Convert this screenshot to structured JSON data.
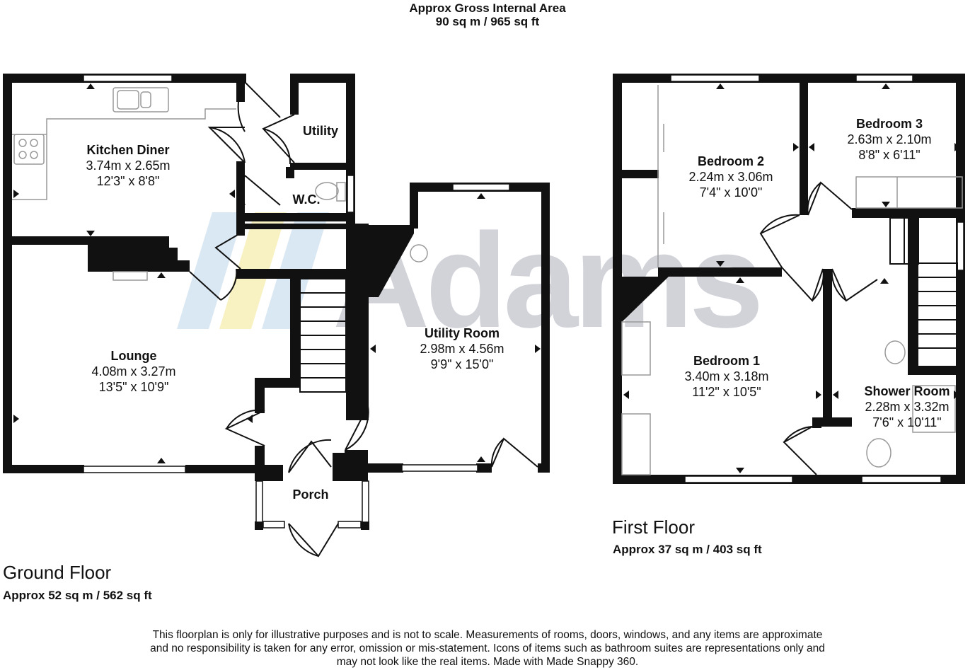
{
  "header": {
    "line1": "Approx Gross Internal Area",
    "line2": "90 sq m / 965 sq ft"
  },
  "ground_floor": {
    "title": "Ground Floor",
    "area": "Approx 52 sq m / 562 sq ft",
    "rooms": {
      "kitchen": {
        "name": "Kitchen Diner",
        "metric": "3.74m x 2.65m",
        "imperial": "12'3\" x 8'8\""
      },
      "utility": {
        "name": "Utility"
      },
      "wc": {
        "name": "W.C."
      },
      "lounge": {
        "name": "Lounge",
        "metric": "4.08m x 3.27m",
        "imperial": "13'5\" x 10'9\""
      },
      "utility_room": {
        "name": "Utility Room",
        "metric": "2.98m x 4.56m",
        "imperial": "9'9\" x 15'0\""
      },
      "porch": {
        "name": "Porch"
      }
    }
  },
  "first_floor": {
    "title": "First Floor",
    "area": "Approx 37 sq m / 403 sq ft",
    "rooms": {
      "bedroom2": {
        "name": "Bedroom 2",
        "metric": "2.24m x 3.06m",
        "imperial": "7'4\" x 10'0\""
      },
      "bedroom3": {
        "name": "Bedroom 3",
        "metric": "2.63m x 2.10m",
        "imperial": "8'8\" x 6'11\""
      },
      "bedroom1": {
        "name": "Bedroom 1",
        "metric": "3.40m x 3.18m",
        "imperial": "11'2\" x 10'5\""
      },
      "shower": {
        "name": "Shower Room",
        "metric": "2.28m x 3.32m",
        "imperial": "7'6\" x 10'11\""
      }
    }
  },
  "watermark": "Adams",
  "disclaimer": {
    "line1": "This floorplan is only for illustrative purposes and is not to scale. Measurements of rooms, doors, windows, and any items are approximate",
    "line2": "and no responsibility is taken for any error, omission or mis-statement. Icons of items such as bathroom suites are representations only and",
    "line3": "may not look like the real items. Made with Made Snappy 360."
  },
  "colors": {
    "wall": "#111111",
    "watermark_text": "#c9ccd3",
    "watermark_stripe_yellow": "#f7efb8",
    "watermark_stripe_blue": "#d4e4f2"
  }
}
